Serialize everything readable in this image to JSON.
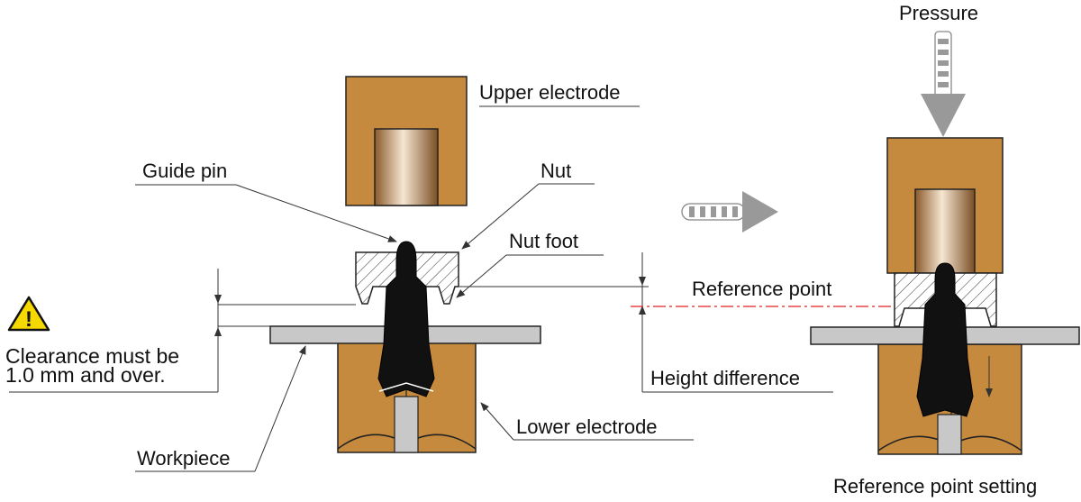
{
  "labels": {
    "upper_electrode": "Upper electrode",
    "guide_pin": "Guide pin",
    "nut": "Nut",
    "nut_foot": "Nut foot",
    "reference_point": "Reference point",
    "clearance_line1": "Clearance must be",
    "clearance_line2": "1.0 mm and over.",
    "height_difference": "Height difference",
    "workpiece": "Workpiece",
    "lower_electrode": "Lower electrode",
    "pressure": "Pressure",
    "reference_point_setting": "Reference point setting"
  },
  "warning_symbol": "!",
  "colors": {
    "electrode": "#c58a3e",
    "workpiece": "#c8c8c8",
    "pin": "#111111",
    "arrow": "#999999",
    "reference_line": "#e02020",
    "warning": "#f5d800"
  }
}
